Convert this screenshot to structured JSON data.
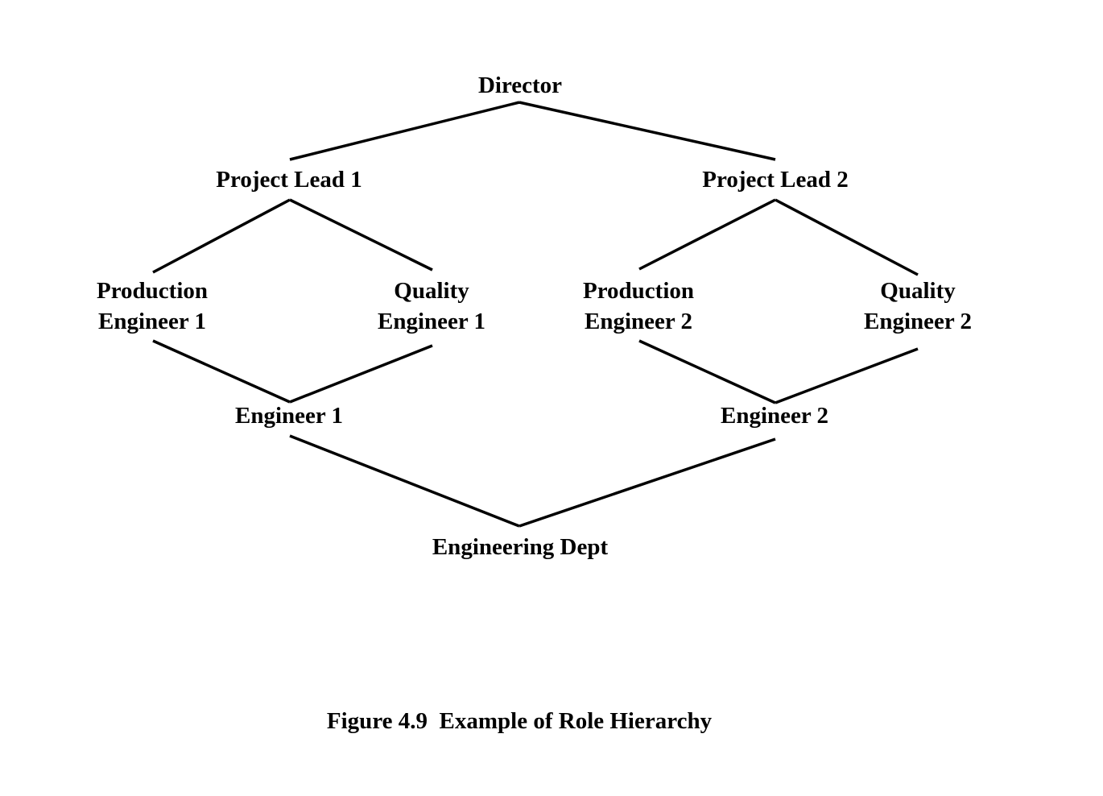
{
  "nodes": {
    "director": "Director",
    "project_lead_1": "Project Lead 1",
    "project_lead_2": "Project Lead 2",
    "production_engineer_1": [
      "Production",
      "Engineer 1"
    ],
    "quality_engineer_1": [
      "Quality",
      "Engineer 1"
    ],
    "production_engineer_2": [
      "Production",
      "Engineer 2"
    ],
    "quality_engineer_2": [
      "Quality",
      "Engineer 2"
    ],
    "engineer_1": "Engineer 1",
    "engineer_2": "Engineer 2",
    "engineering_dept": "Engineering Dept"
  },
  "edges": [
    [
      "director",
      "project_lead_1"
    ],
    [
      "director",
      "project_lead_2"
    ],
    [
      "project_lead_1",
      "production_engineer_1"
    ],
    [
      "project_lead_1",
      "quality_engineer_1"
    ],
    [
      "project_lead_2",
      "production_engineer_2"
    ],
    [
      "project_lead_2",
      "quality_engineer_2"
    ],
    [
      "production_engineer_1",
      "engineer_1"
    ],
    [
      "quality_engineer_1",
      "engineer_1"
    ],
    [
      "production_engineer_2",
      "engineer_2"
    ],
    [
      "quality_engineer_2",
      "engineer_2"
    ],
    [
      "engineer_1",
      "engineering_dept"
    ],
    [
      "engineer_2",
      "engineering_dept"
    ]
  ],
  "caption": "Figure 4.9  Example of Role Hierarchy"
}
